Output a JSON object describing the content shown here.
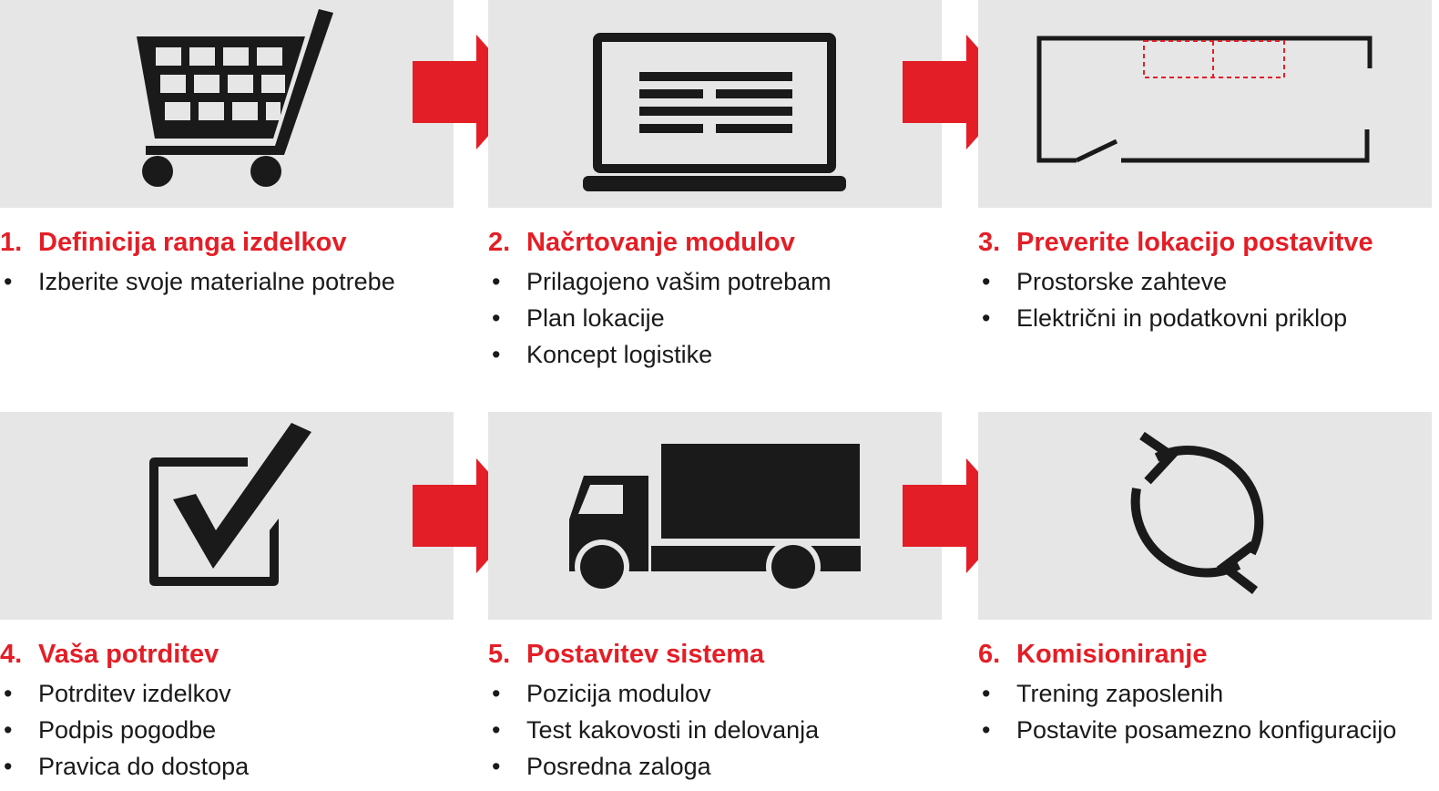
{
  "colors": {
    "accent": "#e41e26",
    "panel": "#e6e6e7",
    "icon": "#1a1a1a"
  },
  "steps": [
    {
      "num": "1.",
      "title": "Definicija ranga izdelkov",
      "icon": "shopping-cart-icon",
      "bullets": [
        "Izberite svoje materialne potrebe"
      ]
    },
    {
      "num": "2.",
      "title": "Načrtovanje modulov",
      "icon": "laptop-icon",
      "bullets": [
        "Prilagojeno vašim potrebam",
        "Plan lokacije",
        "Koncept logistike"
      ]
    },
    {
      "num": "3.",
      "title": "Preverite lokacijo postavitve",
      "icon": "floor-plan-icon",
      "bullets": [
        "Prostorske zahteve",
        "Električni in podatkovni priklop"
      ]
    },
    {
      "num": "4.",
      "title": "Vaša potrditev",
      "icon": "checkbox-icon",
      "bullets": [
        "Potrditev izdelkov",
        "Podpis pogodbe",
        "Pravica do dostopa"
      ]
    },
    {
      "num": "5.",
      "title": "Postavitev sistema",
      "icon": "truck-icon",
      "bullets": [
        "Pozicija modulov",
        "Test kakovosti in delovanja",
        "Posredna zaloga"
      ]
    },
    {
      "num": "6.",
      "title": "Komisioniranje",
      "icon": "refresh-cycle-icon",
      "bullets": [
        "Trening zaposlenih",
        "Postavite posamezno konfiguracijo"
      ]
    }
  ]
}
